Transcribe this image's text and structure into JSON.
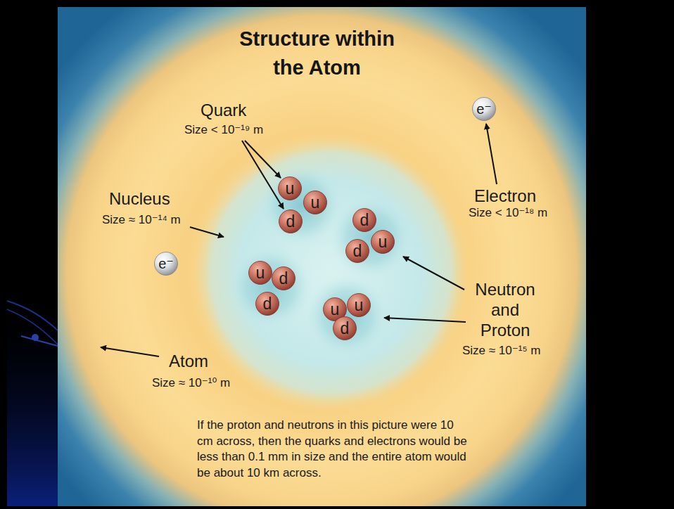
{
  "diagram": {
    "title": "Structure within the Atom",
    "caption": "If the proton and neutrons in this picture were 10 cm across, then the quarks and electrons would be less than 0.1 mm in size and the entire atom would be about 10 km across.",
    "nodes": [
      {
        "text": [
          "e⁻"
        ]
      },
      {
        "text": [
          "u"
        ]
      },
      {
        "text": [
          "u"
        ]
      },
      {
        "text": [
          "d"
        ]
      },
      {
        "text": [
          "d"
        ]
      },
      {
        "text": [
          "u"
        ]
      },
      {
        "text": [
          "d"
        ]
      },
      {
        "text": [
          "e⁻"
        ]
      },
      {
        "text": [
          "u"
        ]
      },
      {
        "text": [
          "d"
        ]
      },
      {
        "text": [
          "d"
        ]
      },
      {
        "text": [
          "u"
        ]
      },
      {
        "text": [
          "u"
        ]
      },
      {
        "text": [
          "d"
        ]
      }
    ],
    "labels": [
      "Quark",
      "Size < 10⁻¹⁹ m",
      "Nucleus",
      "Size ≈ 10⁻¹⁴ m",
      "Electron",
      "Size < 10⁻¹⁸ m",
      "Neutron and Proton",
      "Size ≈ 10⁻¹⁵ m",
      "Atom",
      "Size ≈ 10⁻¹⁰ m"
    ]
  }
}
